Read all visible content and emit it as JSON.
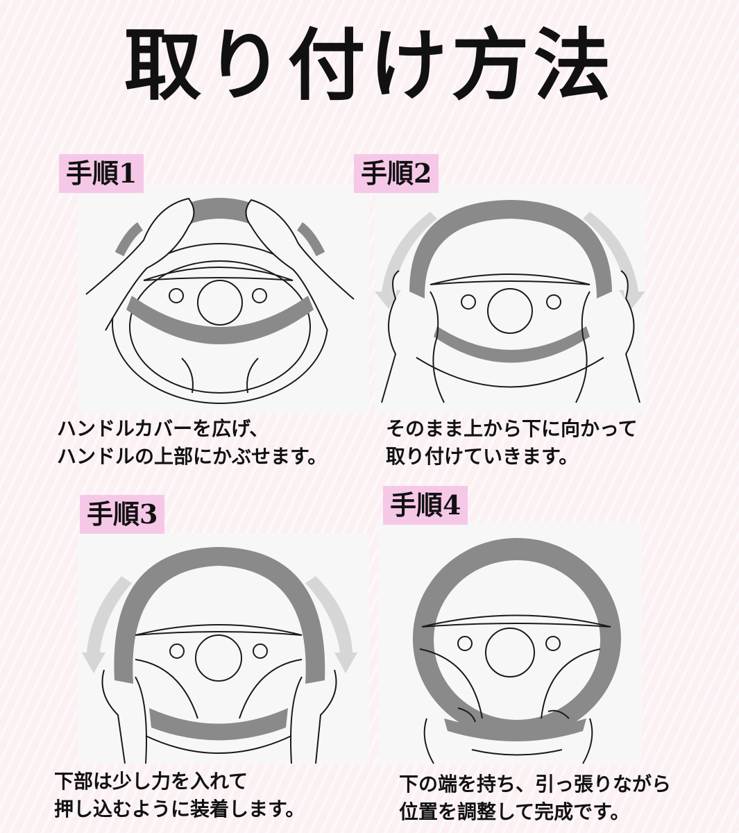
{
  "page": {
    "title": "取り付け方法",
    "colors": {
      "background": "#fbf0f2",
      "panel": "#f7f7f7",
      "badge": "#f6c8e8",
      "cover_gray": "#8a8a8a",
      "arrow_gray": "#d6d6d6",
      "line": "#1a1a1a"
    }
  },
  "steps": [
    {
      "label": "手順1",
      "caption_lines": [
        "ハンドルカバーを広げ、",
        "ハンドルの上部にかぶせます。"
      ],
      "illustration": "hands-placing-cover-on-top-of-wheel"
    },
    {
      "label": "手順2",
      "caption_lines": [
        "そのまま上から下に向かって",
        "取り付けていきます。"
      ],
      "illustration": "hands-stretching-cover-down-sides-with-arrows"
    },
    {
      "label": "手順3",
      "caption_lines": [
        "下部は少し力を入れて",
        "押し込むように装着します。"
      ],
      "illustration": "hands-pushing-cover-onto-bottom-with-arrows"
    },
    {
      "label": "手順4",
      "caption_lines": [
        "下の端を持ち、引っ張りながら",
        "位置を調整して完成です。"
      ],
      "illustration": "hands-adjusting-bottom-edge-complete"
    }
  ]
}
